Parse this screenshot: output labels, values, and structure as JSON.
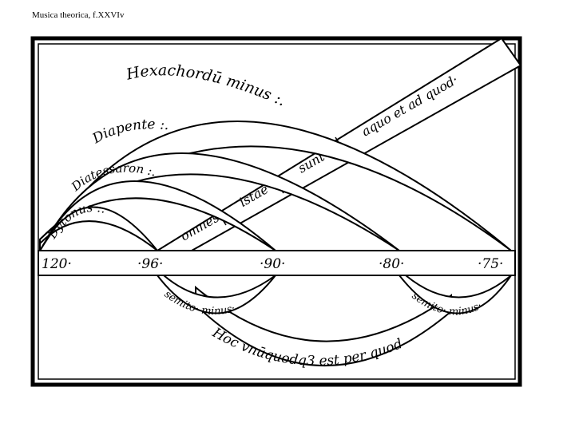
{
  "caption": "Musica theorica, f.XXVIv",
  "numbers": [
    "120·",
    "·96·",
    "·90·",
    "·80·",
    "·75·"
  ],
  "upper_arcs": [
    "Dytonus :.",
    "Diatessaron :.",
    "Diapente :.",
    "Hexachordū minus :."
  ],
  "diagonal_words": [
    "omnes",
    "istae",
    "sunt",
    "aquo et ad quod·"
  ],
  "lower_arcs": [
    "semito· minus·",
    "semito· minus·",
    "Hoc vnūquodq3 est per quod"
  ],
  "colors": {
    "ink": "#000000",
    "paper": "#ffffff"
  }
}
